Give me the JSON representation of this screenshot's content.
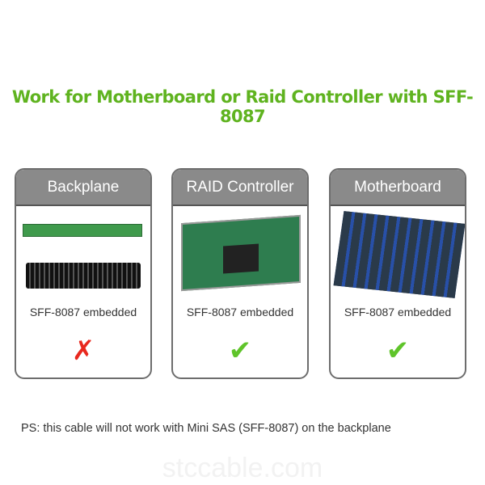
{
  "title": "Work for Motherboard or Raid Controller with SFF-8087",
  "cards": [
    {
      "header": "Backplane",
      "label": "SFF-8087 embedded",
      "status": "✗",
      "status_icon": "cross-icon",
      "color": "#e8281e"
    },
    {
      "header": "RAID Controller",
      "label": "SFF-8087 embedded",
      "status": "✔",
      "status_icon": "check-icon",
      "color": "#5fc42a"
    },
    {
      "header": "Motherboard",
      "label": "SFF-8087 embedded",
      "status": "✔",
      "status_icon": "check-icon",
      "color": "#5fc42a"
    }
  ],
  "note": "PS: this cable will not work with  Mini SAS (SFF-8087) on the backplane",
  "watermark": "stccable.com"
}
